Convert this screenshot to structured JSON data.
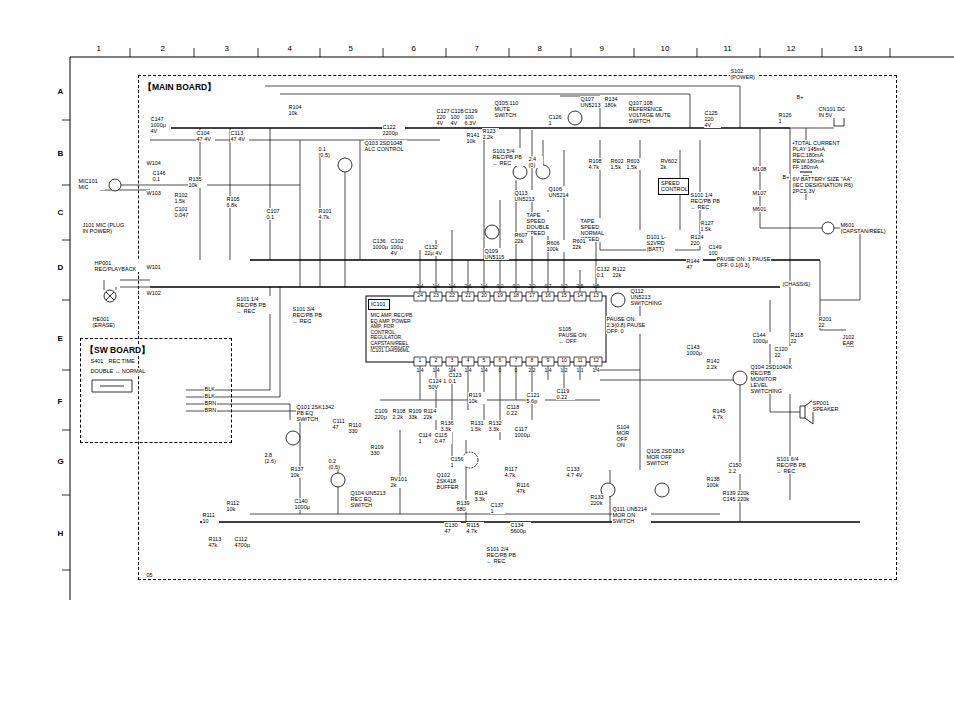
{
  "diagram": {
    "nodes": [
      {
        "text": [
          "【MAIN BOARD】"
        ]
      },
      {
        "text": [
          "SPEED CONTROL"
        ],
        "in": 0
      },
      {
        "text": [
          "IC101"
        ],
        "in": 0
      },
      {
        "text": [
          "【SW BOARD】"
        ]
      }
    ],
    "labels": [
      "1",
      "2",
      "3",
      "4",
      "5",
      "6",
      "7",
      "8",
      "9",
      "10",
      "11",
      "12",
      "13",
      "A",
      "B",
      "C",
      "D",
      "E",
      "F",
      "G",
      "H",
      "05",
      "MIC101 MIC",
      "J101 MIC (PLUG IN POWER)",
      "W104",
      "W103",
      "C147 1000μ 4V",
      "C146 0.1",
      "R135 10k",
      "C101 0.047",
      "R102 1.5k",
      "C104 47 4V",
      "C113 47 4V",
      "R104 10k",
      "R105 6.8k",
      "C107 0.1",
      "R101 4.7k",
      "Q103 2SD1048 ALC CONTROL",
      "0.1 (0.5)",
      "C122 2200p",
      "HP001 REC/PLAYBACK",
      "HE001 (ERASE)",
      "W101",
      "W102",
      "S101 1/4 REC/PB PB ← REC",
      "S101 3/4 REC/PB PB ← REC",
      "C136 1000μ",
      "C102 100μ 4V",
      "C132 22μ 4V",
      "MIC AMP, REC/PB EQ AMP, POWER AMP, FOR CONTROL, REGULATOR, CAPSTAN/REEL MOTOR DRIVER",
      "IC101 LA4596ML",
      "24",
      "23",
      "22",
      "21",
      "20",
      "19",
      "18",
      "17",
      "16",
      "15",
      "14",
      "13",
      "1",
      "2",
      "3",
      "4",
      "5",
      "6",
      "7",
      "8",
      "9",
      "10",
      "11",
      "12",
      "2.4",
      "1.4",
      "1.4",
      "2.6",
      "1.4",
      "0.2",
      "0.2",
      "2.2",
      "0.7",
      "1.2",
      "2.5",
      "1.5",
      "1.4",
      "1.4",
      "1.4",
      "1.4",
      "1.4",
      "0",
      "0",
      "2.2",
      "1.4",
      "1.2",
      "1.1",
      "1.4",
      "C124 1 50V",
      "C123 0.1",
      "R119 10k",
      "C121 5.6p",
      "C118 0.22",
      "C119 0.22",
      "C109 220μ",
      "R108 2.2k",
      "R109 33k",
      "R114 22k",
      "C114 1",
      "C115 0.47",
      "C156 1",
      "RV101 2k",
      "Q101 2SK1342 PB EQ SWITCH",
      "C111 47",
      "R110 330",
      "R109 330",
      "2.8 (2.6)",
      "R137 10k",
      "0.2 (0.6)",
      "Q104 UN5213 REC EQ SWITCH",
      "C140 1000μ",
      "R112 10k",
      "R111 10",
      "R113 47k",
      "C112 4700p",
      "R136 3.3k",
      "R131 1.5k",
      "R132 3.3k",
      "C117 1000μ",
      "Q102 2SK418 BUFFER",
      "R117 4.7k",
      "R116 47k",
      "R139 680",
      "R114 3.3k",
      "C137 1",
      "C130 47",
      "R115 4.7k",
      "C134 5600p",
      "S101 2/4 REC/PB PB ← REC",
      "S104 MOR OFF ON",
      "C133 4.7 4V",
      "R133 220k",
      "Q111 UN5214 MOR ON SWITCH",
      "Q105 2SD1819 MOR OFF SWITCH",
      "C150 2.2",
      "R138 100k",
      "R139 220k C145 220k",
      "S101 6/4 REC/PB PB ← REC",
      "SP001 SPEAKER",
      "R145 4.7k",
      "Q104 2SD1040K REC/PB MONITOR LEVEL SWITCHING",
      "R142 2.2k",
      "C143 1000μ",
      "C144 1000μ",
      "C120 22",
      "R118 22",
      "R201 22",
      "J102 EAR",
      "(CHASSIS)",
      "S105 PAUSE ON ← OFF",
      "Q112 UN5213 SWITCHING",
      "PAUSE ON: 2.3(0.8) PAUSE OFF: 0",
      "PAUSE ON: 3 PAUSE OFF: 0.1(0.3)",
      "R144 47",
      "C149 100",
      "C132 0.1",
      "R122 22k",
      "D101 L-S2VRD (BATT)",
      "R127 1.5k",
      "R124 220",
      "S101 1/4 REC/PB PB ← REC",
      "RV602 2k",
      "R603 1.5k",
      "R602 1.5k",
      "R108 4.7k",
      "Q106 UN5214",
      "Q113 UN5213",
      "2.4 (0)",
      "S101 5/4 REC/PB PB ← REC",
      "TAPE SPEED DOUBLE SPEED",
      "TAPE SPEED NORMAL SPEED",
      "R607 22k",
      "R601 22k",
      "R606 100k",
      "Q109 UN5115",
      "R123 2.2k",
      "R141 10k",
      "C127 220 4V",
      "C128 100 4V",
      "C129 100 6.3V",
      "Q105,110 MUTE SWITCH",
      "Q107 UN5213",
      "R134 180k",
      "C126 1",
      "Q107,108 REFERENCE VOLTAGE MUTE SWITCH",
      "S102 (POWER)",
      "C125 220 4V",
      "R126 1",
      "CN101 DC IN 5V",
      "•TOTAL CURRENT PLAY:145mA REC:180mA REW:180mA FF:180mA",
      "6V BATTERY SIZE \"AA\" (IEC DESIGNATION R6) 2PCS,3V",
      "M108",
      "M107",
      "M601",
      "M601 (CAPSTAN/REEL)",
      "B+",
      "B+",
      "S401",
      "REC TIME",
      "DOUBLE ↔ NORMAL",
      "BLK",
      "BLK",
      "BRN",
      "BRN"
    ]
  }
}
